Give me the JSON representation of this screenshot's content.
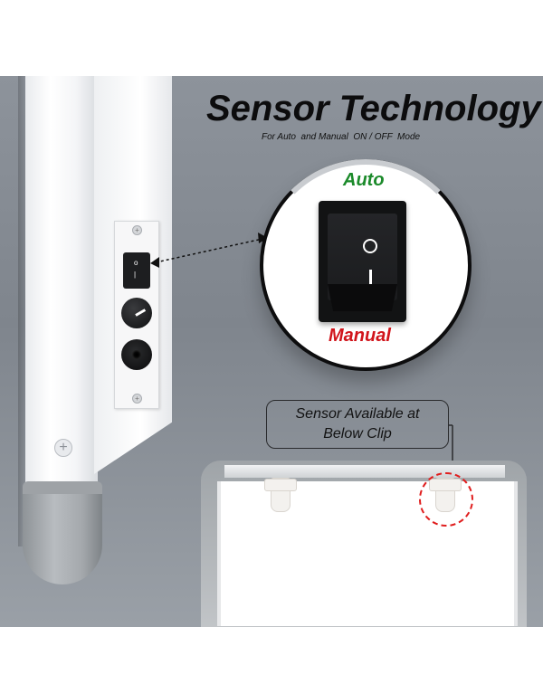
{
  "heading": {
    "title": "Sensor Technology",
    "subtitle": "For Auto  and Manual  ON / OFF  Mode"
  },
  "switch": {
    "top_label": "Auto",
    "bottom_label": "Manual",
    "symbol_on": "O",
    "symbol_off": "I",
    "auto_color": "#1b8a2a",
    "manual_color": "#d1141b"
  },
  "callout": {
    "text_line1": "Sensor Available at",
    "text_line2": "Below Clip"
  },
  "colors": {
    "background": "#868c94",
    "sensor_ring": "#e01e1e"
  },
  "icons": [
    "rocker-switch-icon",
    "knob-icon",
    "socket-icon",
    "screw-icon",
    "clip-icon"
  ]
}
